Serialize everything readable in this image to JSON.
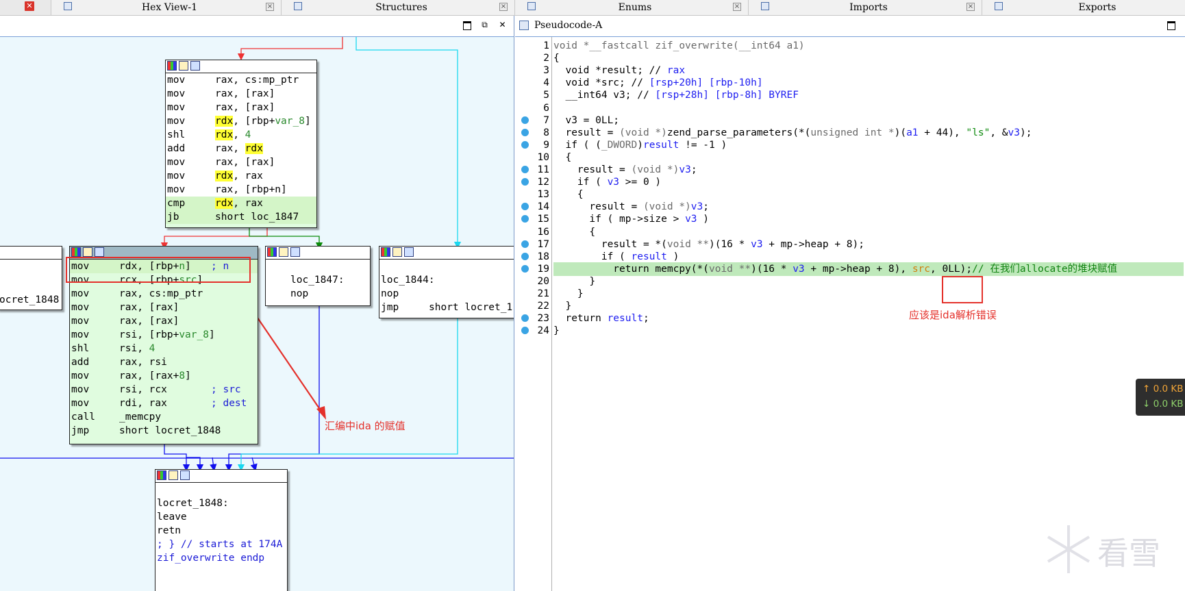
{
  "tabs": [
    {
      "label": "Hex View-1"
    },
    {
      "label": "Structures"
    },
    {
      "label": "Enums"
    },
    {
      "label": "Imports"
    },
    {
      "label": "Exports"
    }
  ],
  "pseudocode_title": "Pseudocode-A",
  "graph": {
    "node_top": [
      {
        "m": "mov",
        "o": "rax, cs:mp_ptr"
      },
      {
        "m": "mov",
        "o": "rax, [rax]"
      },
      {
        "m": "mov",
        "o": "rax, [rax]"
      },
      {
        "m": "mov",
        "o": "rdx, [rbp+var_8]"
      },
      {
        "m": "shl",
        "o": "rdx, 4"
      },
      {
        "m": "add",
        "o": "rax, rdx"
      },
      {
        "m": "mov",
        "o": "rax, [rax]"
      },
      {
        "m": "mov",
        "o": "rdx, rax"
      },
      {
        "m": "mov",
        "o": "rax, [rbp+n]"
      },
      {
        "m": "cmp",
        "o": "rdx, rax"
      },
      {
        "m": "jb",
        "o": "short loc_1847"
      }
    ],
    "node_left_partial": "ocret_1848",
    "node_call": [
      {
        "m": "mov",
        "o": "rdx, [rbp+n]",
        "c": "; n"
      },
      {
        "m": "mov",
        "o": "rcx, [rbp+src]",
        "c": ""
      },
      {
        "m": "mov",
        "o": "rax, cs:mp_ptr",
        "c": ""
      },
      {
        "m": "mov",
        "o": "rax, [rax]",
        "c": ""
      },
      {
        "m": "mov",
        "o": "rax, [rax]",
        "c": ""
      },
      {
        "m": "mov",
        "o": "rsi, [rbp+var_8]",
        "c": ""
      },
      {
        "m": "shl",
        "o": "rsi, 4",
        "c": ""
      },
      {
        "m": "add",
        "o": "rax, rsi",
        "c": ""
      },
      {
        "m": "mov",
        "o": "rax, [rax+8]",
        "c": ""
      },
      {
        "m": "mov",
        "o": "rsi, rcx",
        "c": "; src"
      },
      {
        "m": "mov",
        "o": "rdi, rax",
        "c": "; dest"
      },
      {
        "m": "call",
        "o": "_memcpy",
        "c": ""
      },
      {
        "m": "jmp",
        "o": "short locret_1848",
        "c": ""
      }
    ],
    "node_1847": {
      "label": "loc_1847:",
      "ins": "nop"
    },
    "node_1844": {
      "label": "loc_1844:",
      "ins1": "nop",
      "ins2m": "jmp",
      "ins2o": "short locret_1"
    },
    "node_end": {
      "label": "locret_1848:",
      "l1": "leave",
      "l2": "retn",
      "l3": "; } // starts at 174A",
      "l4": "zif_overwrite endp"
    }
  },
  "code": {
    "l1": "void *__fastcall zif_overwrite(__int64 a1)",
    "l2": "{",
    "l3a": "  void *result; // ",
    "l3b": "rax",
    "l4a": "  void *src; // ",
    "l4b": "[rsp+20h] [rbp-10h]",
    "l5a": "  __int64 v3; // ",
    "l5b": "[rsp+28h] [rbp-8h] BYREF",
    "l7": "  v3 = 0LL;",
    "l8a": "  result = ",
    "l8b": "(void *)",
    "l8c": "zend_parse_parameters(*(",
    "l8d": "unsigned int *",
    "l8e": ")(",
    "l8f": "a1",
    "l8g": " + 44), ",
    "l8h": "\"ls\"",
    "l8i": ", &",
    "l8j": "v3",
    "l8k": ");",
    "l9a": "  if ( (",
    "l9b": "_DWORD",
    "l9c": ")",
    "l9d": "result",
    "l9e": " != -1 )",
    "l10": "  {",
    "l11a": "    result = ",
    "l11b": "(void *)",
    "l11c": "v3",
    "l11d": ";",
    "l12a": "    if ( ",
    "l12b": "v3",
    "l12c": " >= 0 )",
    "l13": "    {",
    "l14a": "      result = ",
    "l14b": "(void *)",
    "l14c": "v3",
    "l14d": ";",
    "l15a": "      if ( mp->size > ",
    "l15b": "v3",
    "l15c": " )",
    "l16": "      {",
    "l17a": "        result = *(",
    "l17b": "void **",
    "l17c": ")(16 * ",
    "l17d": "v3",
    "l17e": " + mp->heap + 8);",
    "l18a": "        if ( ",
    "l18b": "result",
    "l18c": " )",
    "l19a": "          return memcpy(*(",
    "l19b": "void **",
    "l19c": ")(16 * ",
    "l19d": "v3",
    "l19e": " + mp->heap + 8), ",
    "l19f": "src",
    "l19g": ", 0LL);",
    "l19h": "// 在我们allocate的堆块赋值",
    "l20": "      }",
    "l21": "    }",
    "l22": "  }",
    "l23a": "  return ",
    "l23b": "result",
    "l23c": ";",
    "l24": "}"
  },
  "line_numbers": [
    "1",
    "2",
    "3",
    "4",
    "5",
    "6",
    "7",
    "8",
    "9",
    "10",
    "11",
    "12",
    "13",
    "14",
    "15",
    "16",
    "17",
    "18",
    "19",
    "20",
    "21",
    "22",
    "23",
    "24"
  ],
  "annotations": {
    "asm_note": "汇编中ida 的赋值",
    "pseudo_note": "应该是ida解析错误"
  },
  "net": {
    "up": "↑ 0.0 KB",
    "down": "↓ 0.0 KB"
  },
  "watermark": "看雪"
}
